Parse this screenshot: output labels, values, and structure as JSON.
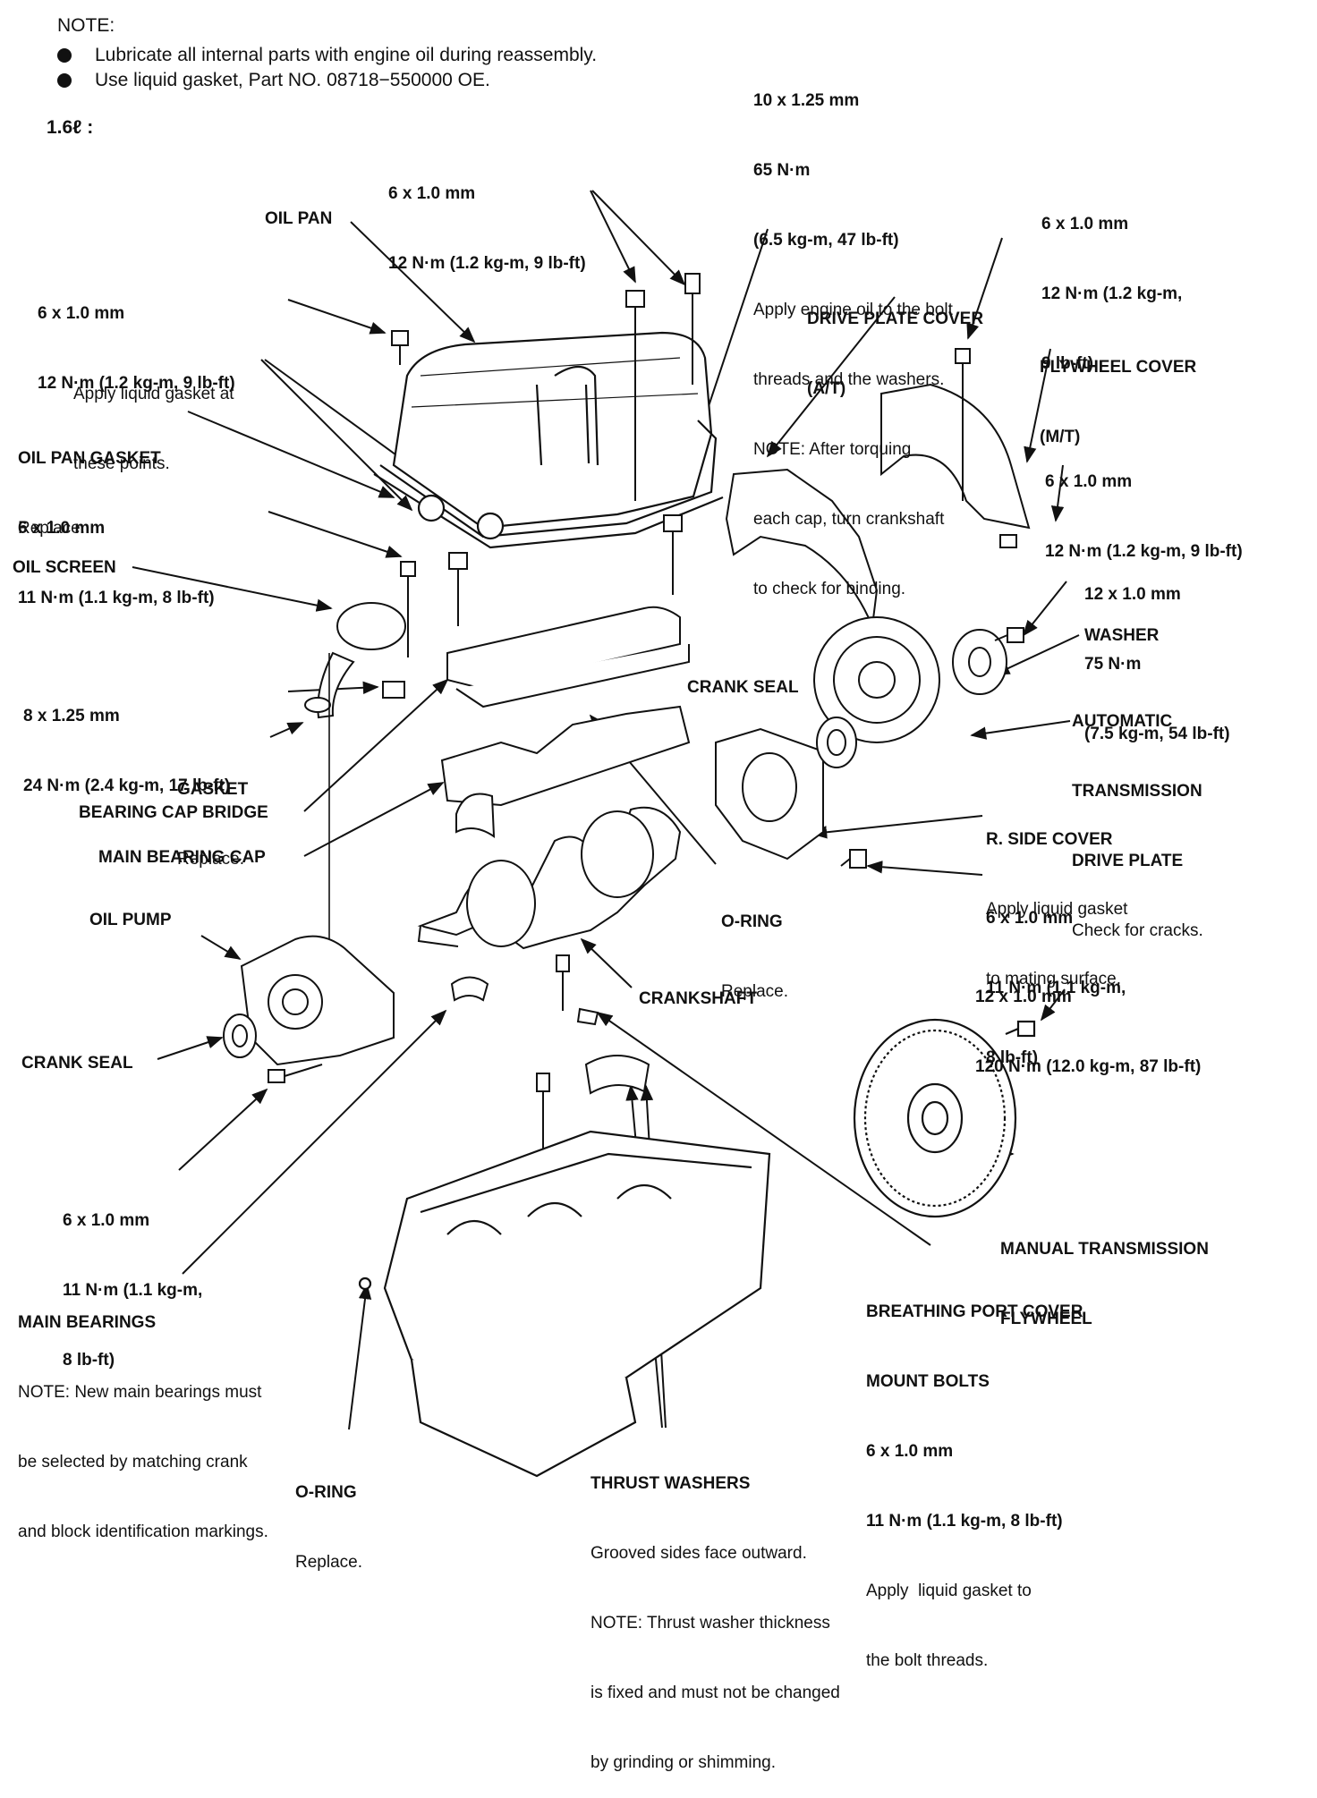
{
  "notes": {
    "heading": "NOTE:",
    "items": [
      "Lubricate all internal parts with engine oil during reassembly.",
      "Use liquid gasket, Part NO. 08718−550000 OE."
    ],
    "engine": "1.6ℓ :"
  },
  "labels": {
    "cap_bolt": [
      "10 x 1.25 mm",
      "65 N·m",
      "(6.5 kg-m, 47 lb-ft)",
      "Apply engine oil to the bolt",
      "threads and the washers.",
      "NOTE: After torquing",
      "each cap, turn crankshaft",
      "to check for binding."
    ],
    "pan_bolt_top": [
      "6 x 1.0 mm",
      "12 N·m (1.2 kg-m, 9 lb-ft)"
    ],
    "oil_pan": "OIL PAN",
    "pan_bolt_left": [
      "6 x 1.0 mm",
      "12 N·m (1.2 kg-m, 9 lb-ft)"
    ],
    "apply_gasket": [
      "Apply liquid gasket at",
      "these points."
    ],
    "oil_pan_gasket": [
      "OIL PAN GASKET",
      "Replace."
    ],
    "screen_bolt": [
      "6 x 1.0 mm",
      "11 N·m (1.1 kg-m, 8 lb-ft)"
    ],
    "oil_screen": "OIL SCREEN",
    "screen_nut": [
      "8 x 1.25 mm",
      "24 N·m (2.4 kg-m, 17 lb-ft)"
    ],
    "gasket": [
      "GASKET",
      "Replace."
    ],
    "bearing_cap_bridge": "BEARING CAP BRIDGE",
    "main_bearing_cap": "MAIN BEARING CAP",
    "oil_pump": "OIL PUMP",
    "crank_seal_left": "CRANK SEAL",
    "pump_bolt": [
      "6 x 1.0 mm",
      "11 N·m (1.1 kg-m,",
      "8 lb-ft)"
    ],
    "main_bearings": [
      "MAIN BEARINGS",
      "NOTE: New main bearings must",
      "be selected by matching crank",
      "and block identification markings."
    ],
    "oring_bottom": [
      "O-RING",
      "Replace."
    ],
    "thrust_washers": [
      "THRUST WASHERS",
      "Grooved sides face outward.",
      "NOTE: Thrust washer thickness",
      "is fixed and must not be changed",
      "by grinding or shimming."
    ],
    "breathing_port": [
      "BREATHING PORT COVER",
      "MOUNT BOLTS",
      "6 x 1.0 mm",
      "11 N·m (1.1 kg-m, 8 lb-ft)",
      "Apply  liquid gasket to",
      "the bolt threads."
    ],
    "crankshaft": "CRANKSHAFT",
    "oring_mid": [
      "O-RING",
      "Replace."
    ],
    "crank_seal_right": "CRANK SEAL",
    "cover_bolt_top": [
      "6 x 1.0 mm",
      "12 N·m (1.2 kg-m,",
      "9 lb-ft)"
    ],
    "drive_plate_cover": [
      "DRIVE PLATE COVER",
      "(A/T)"
    ],
    "flywheel_cover": [
      "FLYWHEEL COVER",
      "(M/T)"
    ],
    "cover_bolt_right": [
      "6 x 1.0 mm",
      "12 N·m (1.2 kg-m, 9 lb-ft)"
    ],
    "drive_plate_bolt": [
      "12 x 1.0 mm",
      "75 N·m",
      "(7.5 kg-m, 54 lb-ft)"
    ],
    "washer": "WASHER",
    "drive_plate": [
      "AUTOMATIC",
      "TRANSMISSION",
      "DRIVE PLATE",
      "Check for cracks."
    ],
    "side_cover": [
      "R. SIDE COVER",
      "Apply liquid gasket",
      "to mating surface."
    ],
    "side_cover_bolt": [
      "6 x 1.0 mm",
      "11 N·m (1.1 kg-m,",
      "8 lb-ft)"
    ],
    "flywheel_bolt": [
      "12 x 1.0 mm",
      "120 N·m (12.0 kg-m, 87 lb-ft)"
    ],
    "flywheel": [
      "MANUAL TRANSMISSION",
      "FLYWHEEL"
    ]
  }
}
